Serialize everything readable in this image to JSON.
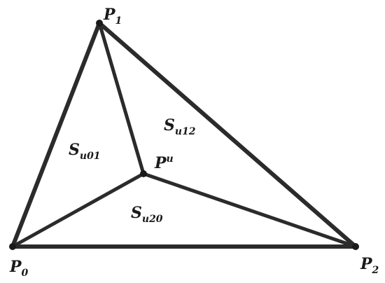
{
  "vertices": {
    "p0": {
      "base": "P",
      "sub": "0"
    },
    "p1": {
      "base": "P",
      "sub": "1"
    },
    "p2": {
      "base": "P",
      "sub": "2"
    },
    "pu": {
      "base": "P",
      "sup": "u"
    }
  },
  "regions": {
    "s_u01": {
      "base": "S",
      "sub": "u01"
    },
    "s_u12": {
      "base": "S",
      "sub": "u12"
    },
    "s_u20": {
      "base": "S",
      "sub": "u20"
    }
  },
  "colors": {
    "stroke": "#2b2b2b",
    "vertex": "#1a1a1a",
    "background": "#ffffff"
  }
}
